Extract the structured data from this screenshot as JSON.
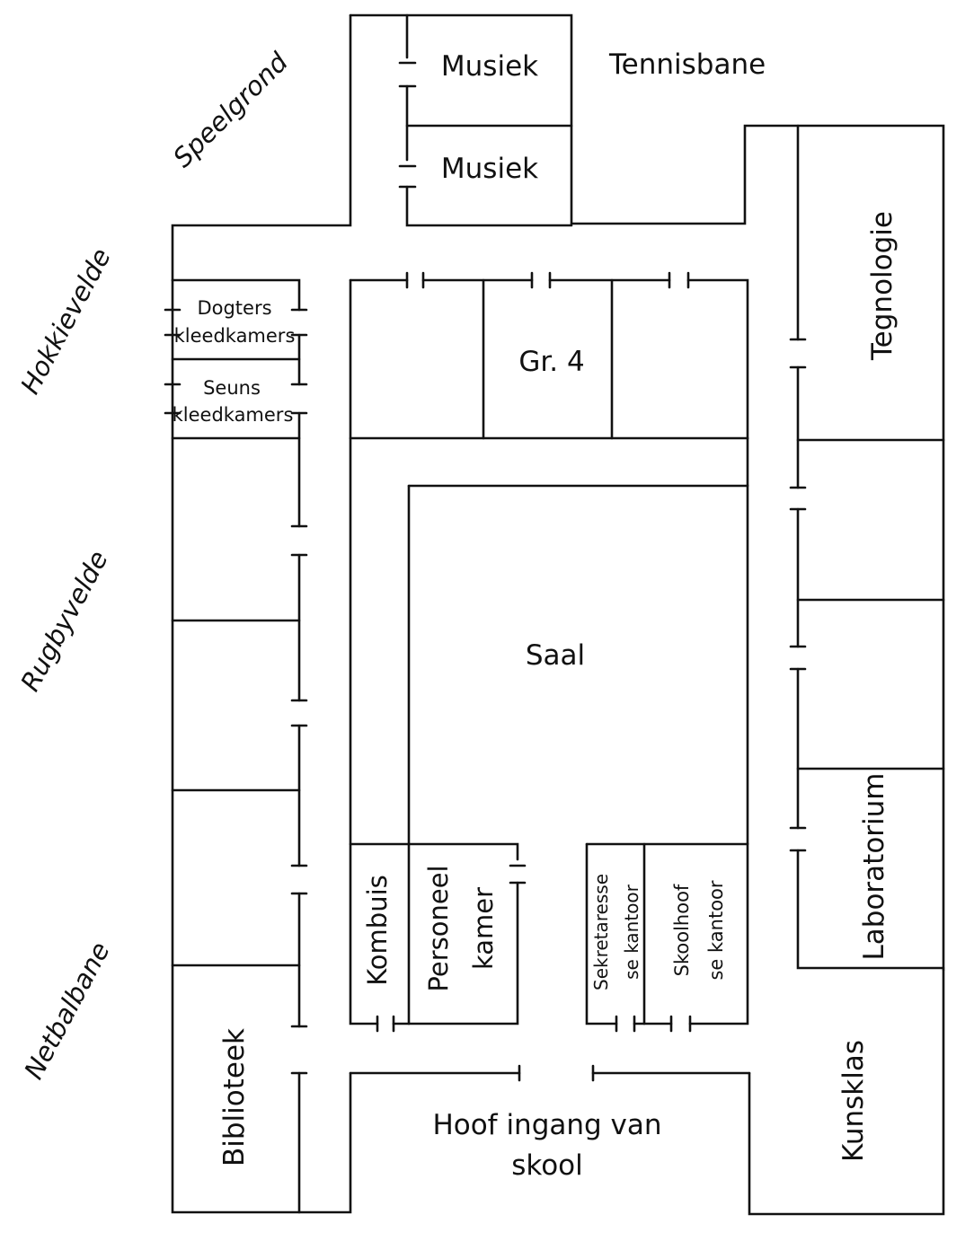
{
  "map": {
    "areas": {
      "speelgrond": "Speelgrond",
      "tennisbane": "Tennisbane",
      "hokkievelde": "Hokkievelde",
      "rugbyvelde": "Rugbyvelde",
      "netbalbane": "Netbalbane"
    },
    "rooms": {
      "musiek_1": "Musiek",
      "musiek_2": "Musiek",
      "tegnologie": "Tegnologie",
      "dogters_line1": "Dogters",
      "dogters_line2": "kleedkamers",
      "seuns_line1": "Seuns",
      "seuns_line2": "kleedkamers",
      "gr4": "Gr. 4",
      "saal": "Saal",
      "laboratorium": "Laboratorium",
      "kombuis": "Kombuis",
      "personeel_line1": "Personeel",
      "personeel_line2": "kamer",
      "sekretaresse_line1": "Sekretaresse",
      "sekretaresse_line2": "se kantoor",
      "skoolhoof_line1": "Skoolhoof",
      "skoolhoof_line2": "se kantoor",
      "biblioteek": "Biblioteek",
      "kunsklas": "Kunsklas",
      "hoof_ingang_line1": "Hoof ingang van",
      "hoof_ingang_line2": "skool"
    }
  }
}
